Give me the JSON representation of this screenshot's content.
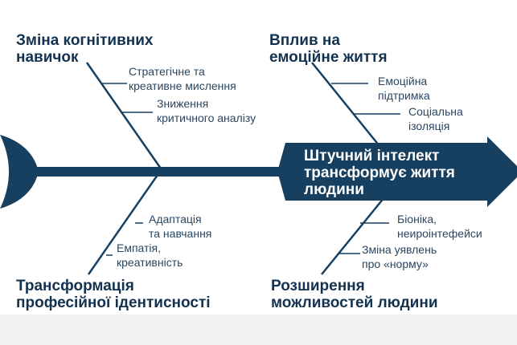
{
  "head": {
    "line1": "Штучний інтелект",
    "line2": "трансформує життя",
    "line3": "людини"
  },
  "categories": [
    {
      "title1": "Зміна когнітивних",
      "title2": "навичок",
      "items": [
        {
          "l1": "Стратегічне та",
          "l2": "креативне мислення"
        },
        {
          "l1": "Зниження",
          "l2": "критичного аналізу"
        }
      ]
    },
    {
      "title1": "Вплив на",
      "title2": "емоційне життя",
      "items": [
        {
          "l1": "Емоційна",
          "l2": "підтримка"
        },
        {
          "l1": "Соціальна",
          "l2": "ізоляція"
        }
      ]
    },
    {
      "title1": "Трансформація",
      "title2": "професійної ідентисності",
      "items": [
        {
          "l1": "Адаптація",
          "l2": "та навчання"
        },
        {
          "l1": "Емпатія,",
          "l2": "креативність"
        }
      ]
    },
    {
      "title1": "Розширення",
      "title2": "можливостей людини",
      "items": [
        {
          "l1": "Біоніка,",
          "l2": "неироінтефейси"
        },
        {
          "l1": "Зміна уявлень",
          "l2": "про «норму»"
        }
      ]
    }
  ],
  "colors": {
    "primary": "#173f60",
    "text": "#12324f"
  }
}
